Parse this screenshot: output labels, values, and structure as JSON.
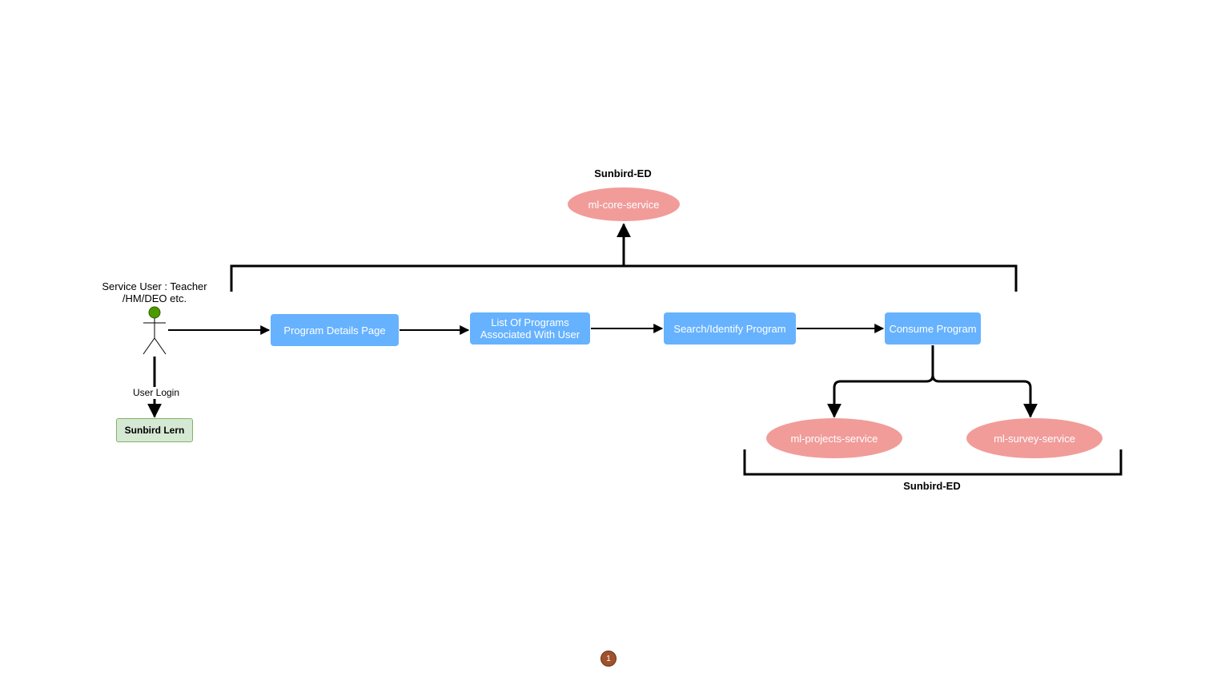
{
  "actor": {
    "label_line1": "Service User : Teacher",
    "label_line2": "/HM/DEO etc.",
    "head_color": "#4d9900"
  },
  "login": {
    "edge_label": "User Login",
    "target_label": "Sunbird Lern"
  },
  "flow": {
    "program_details": "Program Details Page",
    "list_programs_line1": "List Of Programs",
    "list_programs_line2": "Associated With User",
    "search_identify": "Search/Identify Program",
    "consume": "Consume Program"
  },
  "services": {
    "top_group_title": "Sunbird-ED",
    "core": "ml-core-service",
    "projects": "ml-projects-service",
    "survey": "ml-survey-service",
    "bottom_group_title": "Sunbird-ED"
  },
  "page_number": "1",
  "colors": {
    "process_box": "#66b2ff",
    "service_ellipse": "#f19c99",
    "lern_box_fill": "#d5e8d4",
    "lern_box_border": "#82b366",
    "page_badge": "#a0522d"
  }
}
